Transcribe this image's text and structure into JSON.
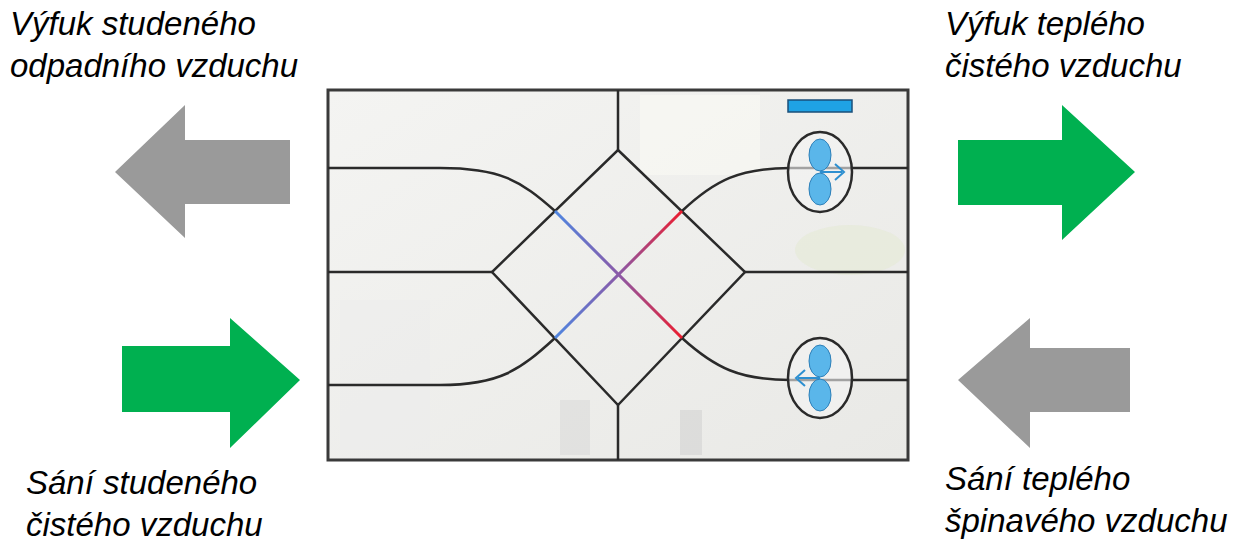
{
  "diagram": {
    "labels": [
      "Výfuk studeného odpadního vzduchu",
      "Výfuk teplého čistého vzduchu",
      "Sání studeného čistého vzduchu",
      "Sání teplého špinavého vzduchu"
    ]
  }
}
